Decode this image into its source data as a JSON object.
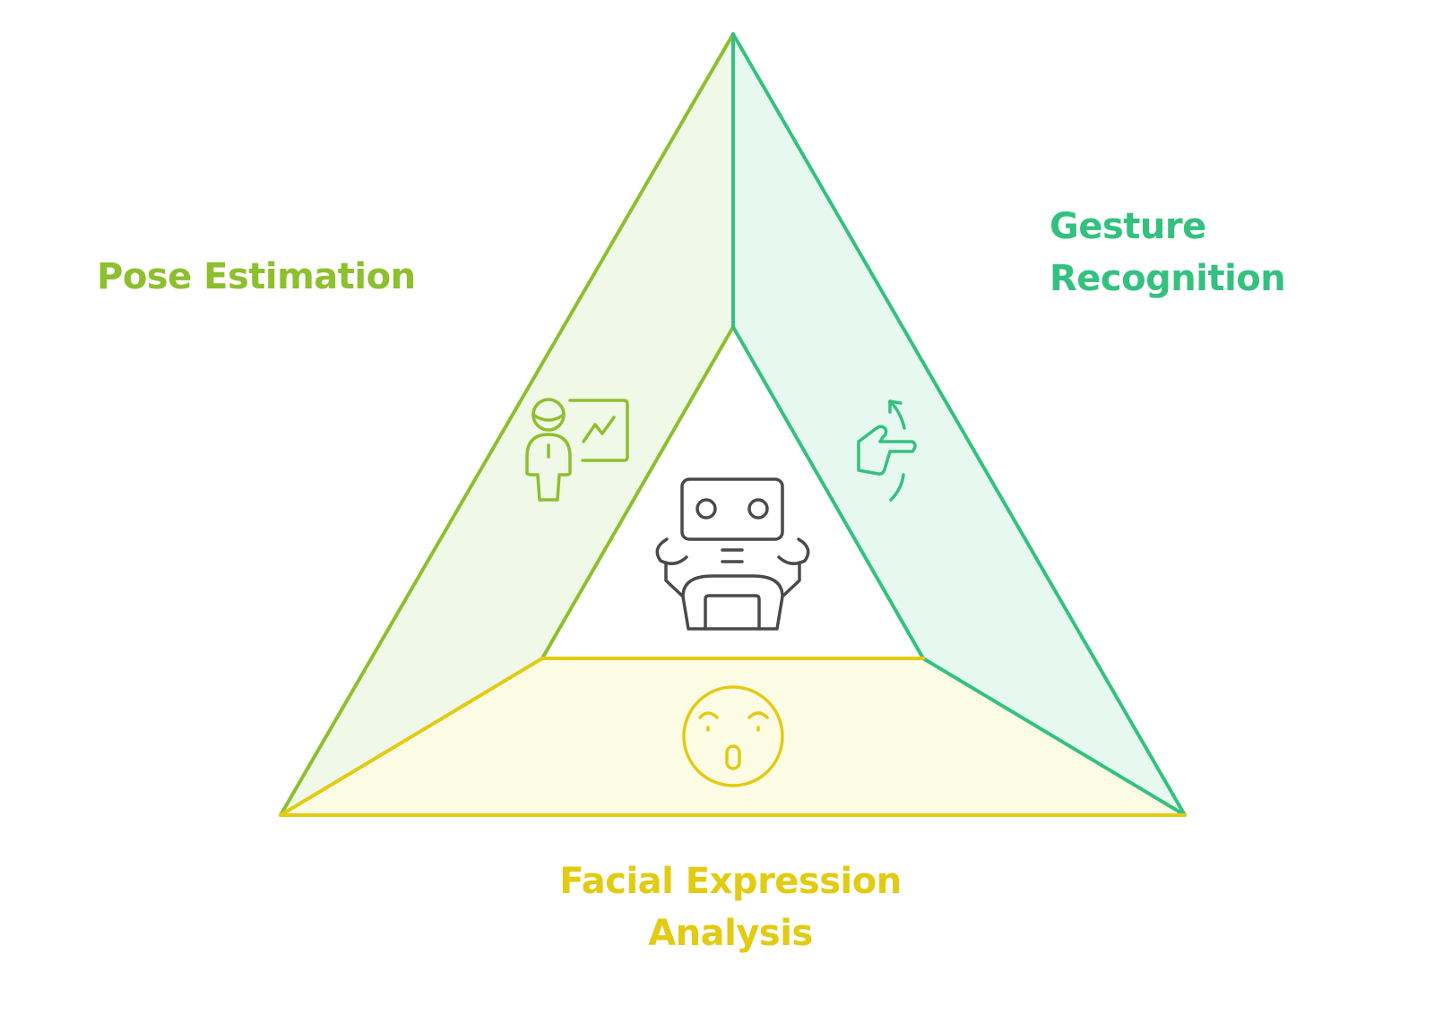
{
  "colors": {
    "pose": "#8dbf2e",
    "gesture": "#34c17f",
    "facial": "#e2cb12",
    "robot": "#4a4a4a",
    "pose_fill": "#f0f8e8",
    "gesture_fill": "#e6f8f0",
    "facial_fill": "#fcfbe4"
  },
  "labels": {
    "pose": [
      "Pose Estimation"
    ],
    "gesture": [
      "Gesture",
      "Recognition"
    ],
    "facial": [
      "Facial Expression",
      "Analysis"
    ]
  },
  "icons": {
    "pose": "person-chart-icon",
    "gesture": "hand-gesture-icon",
    "facial": "surprised-face-icon",
    "center": "robot-icon"
  }
}
